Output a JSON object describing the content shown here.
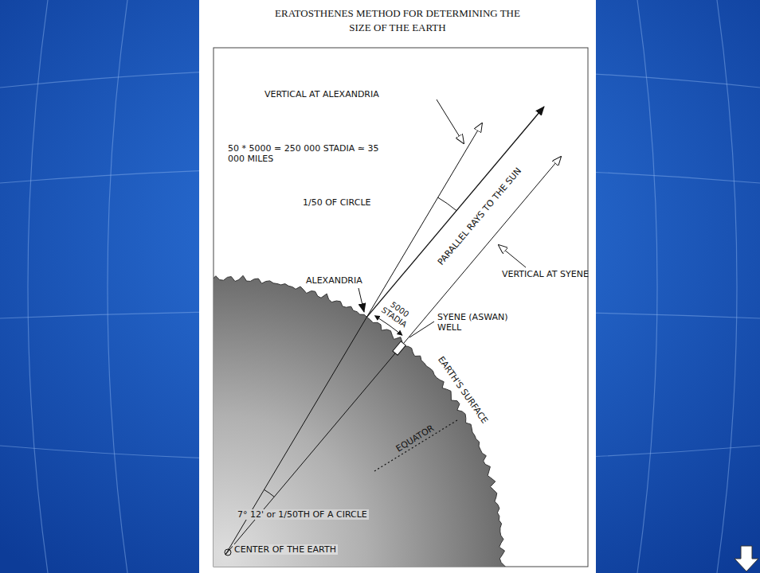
{
  "diagram": {
    "title": "ERATOSTHENES METHOD FOR DETERMINING THE SIZE OF THE EARTH",
    "labels": [
      "VERTICAL AT ALEXANDRIA",
      "50 * 5000 = 250 000 STADIA ≃ 35 000 MILES",
      "1/50 OF CIRCLE",
      "PARALLEL RAYS TO THE SUN",
      "VERTICAL AT SYENE",
      "ALEXANDRIA",
      "5000 STADIA",
      "SYENE (ASWAN) WELL",
      "EARTH'S SURFACE",
      "EQUATOR",
      "7° 12' or 1/50TH OF A CIRCLE",
      "CENTER OF THE EARTH"
    ]
  }
}
